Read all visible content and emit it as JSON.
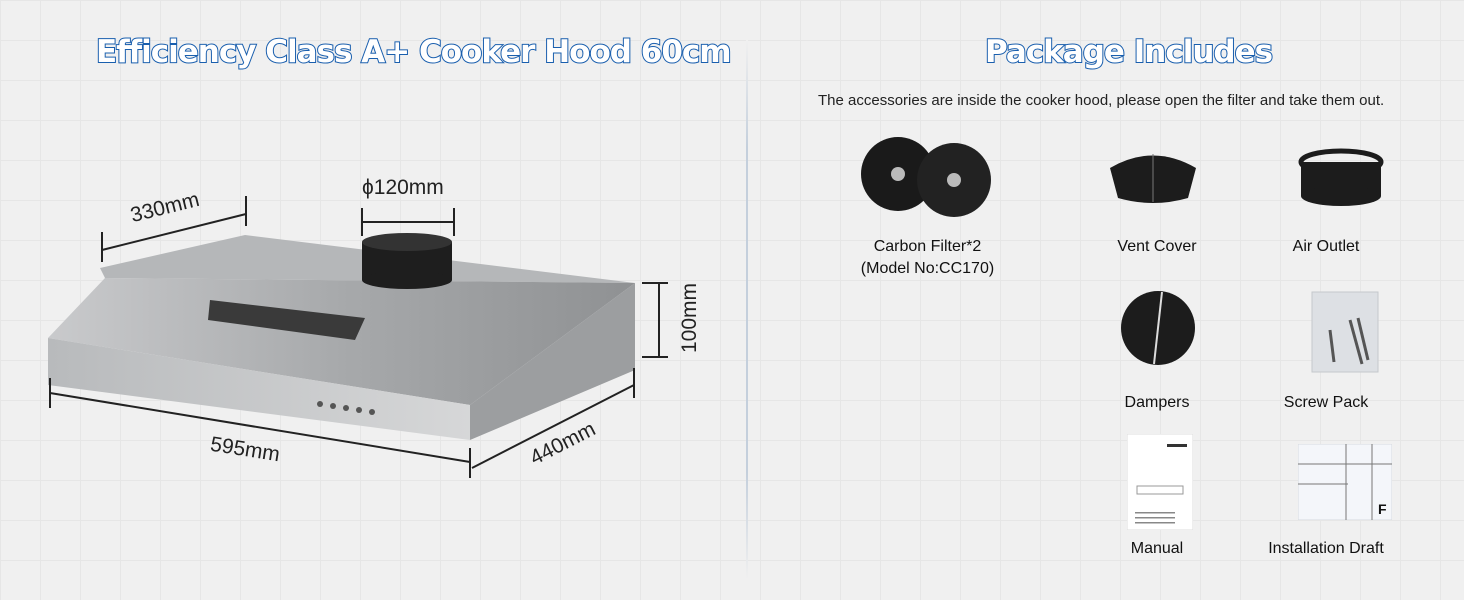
{
  "left": {
    "title": "Efficiency Class A+ Cooker Hood 60cm",
    "dimensions": {
      "depth_top": "330mm",
      "duct": "ϕ120mm",
      "height": "100mm",
      "width": "595mm",
      "depth": "440mm"
    }
  },
  "right": {
    "title": "Package Includes",
    "subtitle": "The accessories are inside the cooker hood,  please open the filter and take them out.",
    "items": [
      {
        "label": "Carbon Filter*2",
        "sublabel": "(Model No:CC170)"
      },
      {
        "label": "Vent Cover"
      },
      {
        "label": "Air Outlet"
      },
      {
        "label": "Dampers"
      },
      {
        "label": "Screw Pack"
      },
      {
        "label": "Manual"
      },
      {
        "label": "Installation Draft"
      }
    ]
  },
  "colors": {
    "title_stroke": "#1a5fae",
    "steel": "#a9abad"
  }
}
